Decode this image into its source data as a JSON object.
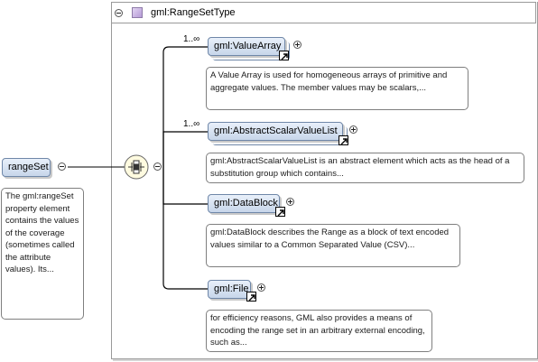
{
  "root_element": {
    "name": "rangeSet",
    "doc": "The gml:rangeSet property element contains the values of the coverage (sometimes called the attribute values). Its..."
  },
  "type": {
    "name": "gml:RangeSetType"
  },
  "compositor": {
    "icon": "choice-compositor-icon"
  },
  "children": [
    {
      "name": "gml:ValueArray",
      "occurrence": "1..∞",
      "doc": "A Value Array is used for homogeneous arrays of primitive and aggregate values. The member values may be scalars,..."
    },
    {
      "name": "gml:AbstractScalarValueList",
      "occurrence": "1..∞",
      "doc": "gml:AbstractScalarValueList is an abstract element which acts as the head of a substitution group which contains..."
    },
    {
      "name": "gml:DataBlock",
      "occurrence": "",
      "doc": "gml:DataBlock describes the Range as a block of text encoded values similar to a Common Separated Value (CSV)..."
    },
    {
      "name": "gml:File",
      "occurrence": "",
      "doc": "for efficiency reasons, GML also provides a means of encoding the range set in an arbitrary external encoding, such as..."
    }
  ]
}
